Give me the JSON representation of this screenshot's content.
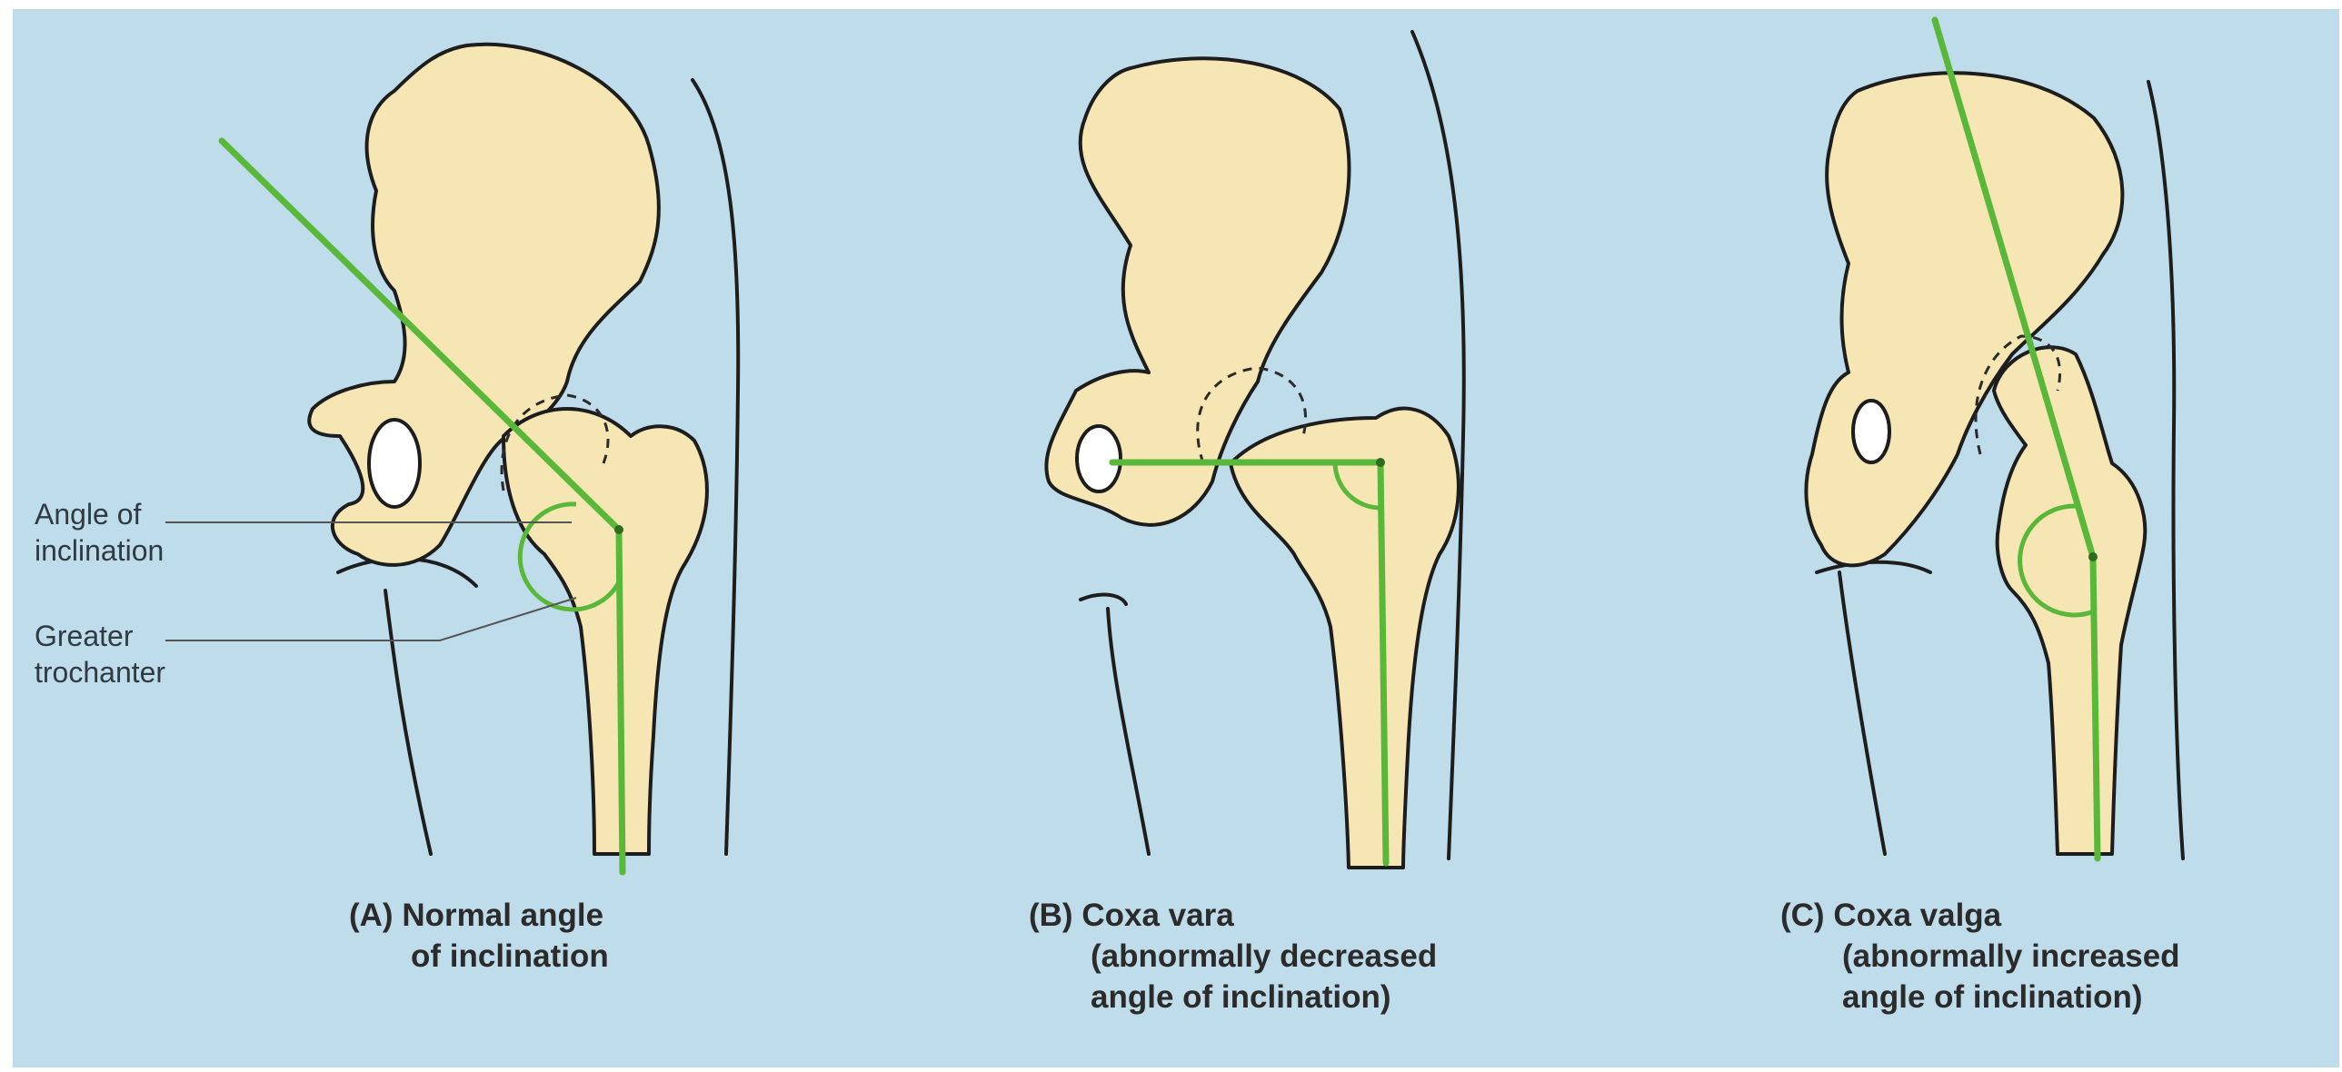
{
  "callouts": {
    "angle": [
      "Angle of",
      "inclination"
    ],
    "trochanter": [
      "Greater",
      "trochanter"
    ]
  },
  "panels": [
    {
      "tag": "(A)",
      "lines": [
        "Normal angle",
        "of inclination"
      ]
    },
    {
      "tag": "(B)",
      "lines": [
        "Coxa vara",
        "(abnormally decreased",
        "angle of inclination)"
      ]
    },
    {
      "tag": "(C)",
      "lines": [
        "Coxa valga",
        "(abnormally increased",
        "angle of inclination)"
      ]
    }
  ],
  "colors": {
    "background": "#bfdcea",
    "bone": "#f6e6b3",
    "axis_line": "#59b83a"
  }
}
